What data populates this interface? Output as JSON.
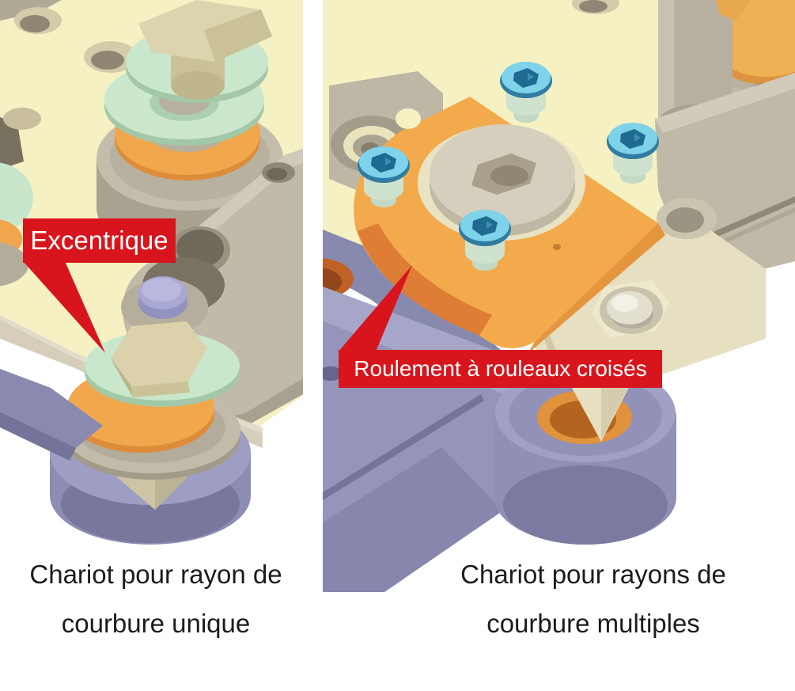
{
  "figure": {
    "background": "#FFFFFF",
    "panels": [
      {
        "name": "single-radius-carriage",
        "callout": {
          "label": "Excentrique"
        },
        "caption": {
          "line1": "Chariot pour rayon de",
          "line2": "courbure unique"
        }
      },
      {
        "name": "multiple-radius-carriage",
        "callout": {
          "label": "Roulement à rouleaux croisés"
        },
        "caption": {
          "line1": "Chariot pour rayons de",
          "line2": "courbure multiples"
        }
      }
    ],
    "colors": {
      "callout_background": "#D8151C",
      "callout_text": "#FFFFFF",
      "caption_text": "#1C1C1C",
      "plate_yellow": "#F5F1C3",
      "bearing_orange": "#F1A74B",
      "bearing_orange_dark": "#DE7E36",
      "washer_mint": "#C9E7CC",
      "roller_lavender": "#9595BC",
      "metal_gray": "#C0B9A8",
      "bolt_tan": "#DCD4AE",
      "screw_blue": "#7ED2EA",
      "pin_violet": "#A8A8D2"
    }
  }
}
